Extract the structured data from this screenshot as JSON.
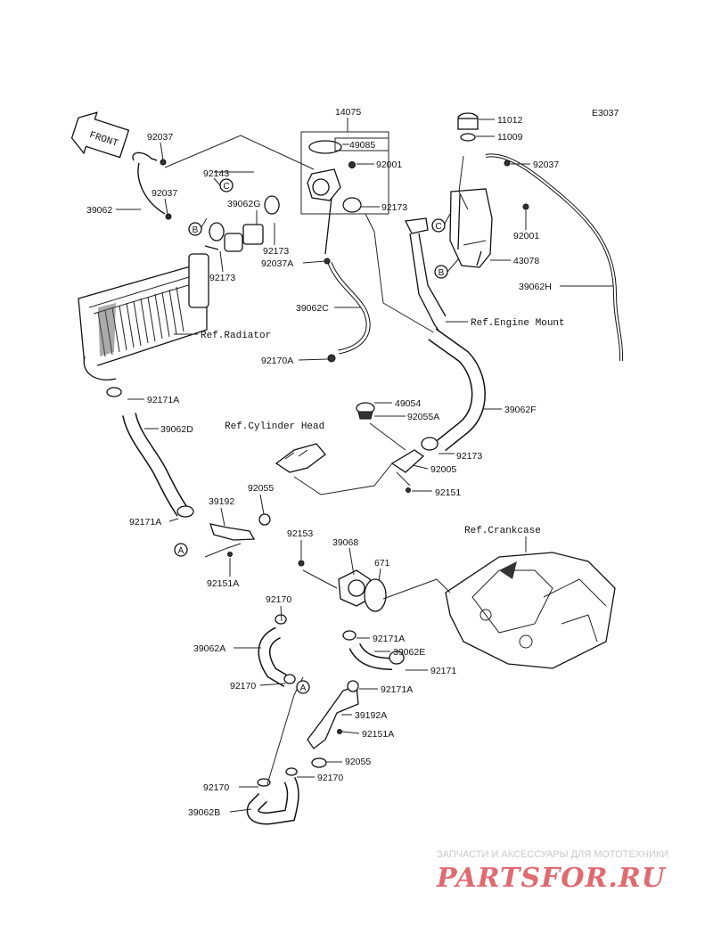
{
  "diagram_code": "E3037",
  "front_label": "FRONT",
  "parts": {
    "p14075": "14075",
    "p49085": "49085",
    "p92001a": "92001",
    "p92037a": "92037",
    "p92143": "92143",
    "p39062g": "39062G",
    "p92037b": "92037",
    "p39062": "39062",
    "p92173a": "92173",
    "p92173b": "92173",
    "p92037A": "92037A",
    "p92173c": "92173",
    "p39062c": "39062C",
    "p92170A": "92170A",
    "p11012": "11012",
    "p11009": "11009",
    "p92037c": "92037",
    "p92001b": "92001",
    "p43078": "43078",
    "p39062H": "39062H",
    "p92171A1": "92171A",
    "p39062D": "39062D",
    "p49054": "49054",
    "p92055A": "92055A",
    "p39062F": "39062F",
    "p92173d": "92173",
    "p92005": "92005",
    "p92151": "92151",
    "p39192": "39192",
    "p92055a": "92055",
    "p92171A2": "92171A",
    "p92151A1": "92151A",
    "p92153": "92153",
    "p39068": "39068",
    "p671": "671",
    "p92170a": "92170",
    "p39062A": "39062A",
    "p92170b": "92170",
    "p92171A3": "92171A",
    "p39062E": "39062E",
    "p92171": "92171",
    "p92171A4": "92171A",
    "p39192A": "39192A",
    "p92151A2": "92151A",
    "p92055b": "92055",
    "p92170c": "92170",
    "p92170d": "92170",
    "p39062B": "39062B"
  },
  "references": {
    "radiator": "Ref.Radiator",
    "engine_mount": "Ref.Engine Mount",
    "cylinder_head": "Ref.Cylinder Head",
    "crankcase": "Ref.Crankcase"
  },
  "markers": {
    "A": "A",
    "B": "B",
    "C": "C"
  },
  "watermark": {
    "tagline": "ЗАПЧАСТИ И АКСЕССУАРЫ ДЛЯ МОТОТЕХНИКИ",
    "logo": "PARTSFOR.RU"
  }
}
